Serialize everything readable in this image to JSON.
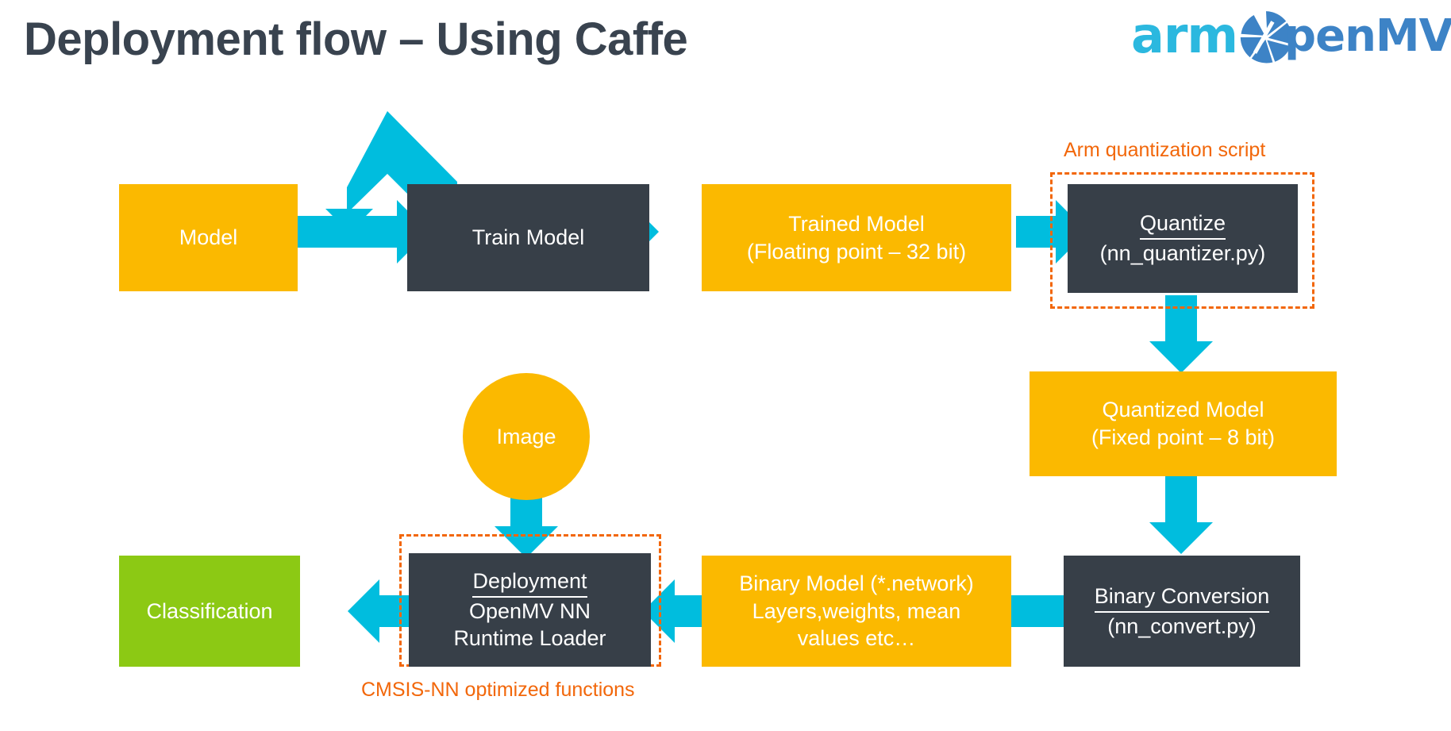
{
  "slide": {
    "title": "Deployment flow – Using Caffe",
    "background": "#ffffff"
  },
  "logos": {
    "arm": "arm",
    "openmv_text": "penMV",
    "openmv_icon": "aperture-icon",
    "arm_color": "#2BB8DF",
    "openmv_color": "#3D83C6"
  },
  "colors": {
    "amber": "#FBB900",
    "dark": "#373F48",
    "green": "#8CC914",
    "cyan": "#00BDDE",
    "orange": "#F2670A",
    "title": "#39434F"
  },
  "nodes": {
    "model": {
      "label": "Model",
      "fill": "amber"
    },
    "train_model": {
      "label": "Train Model",
      "fill": "dark"
    },
    "trained_model": {
      "line1": "Trained Model",
      "line2": "(Floating point – 32 bit)",
      "fill": "amber"
    },
    "quantize": {
      "line1": "Quantize",
      "line2": "(nn_quantizer.py)",
      "fill": "dark",
      "underline_first": true
    },
    "quantized_model": {
      "line1": "Quantized Model",
      "line2": "(Fixed point – 8 bit)",
      "fill": "amber"
    },
    "binary_conversion": {
      "line1": "Binary Conversion",
      "line2": "(nn_convert.py)",
      "fill": "dark",
      "underline_first": true
    },
    "binary_model": {
      "line1": "Binary Model (*.network)",
      "line2": "Layers,weights, mean",
      "line3": "values etc…",
      "fill": "amber"
    },
    "deployment": {
      "line1": "Deployment",
      "line2": "OpenMV NN",
      "line3": "Runtime Loader",
      "fill": "dark",
      "underline_first": true
    },
    "image": {
      "label": "Image",
      "fill": "amber",
      "shape": "circle"
    },
    "classification": {
      "label": "Classification",
      "fill": "green"
    }
  },
  "annotations": {
    "arm_quantization_script": "Arm quantization script",
    "cmsis_nn": "CMSIS-NN optimized functions"
  },
  "flow": {
    "arrows": [
      {
        "name": "model-to-train",
        "from": "model",
        "to": "train_model",
        "direction": "right"
      },
      {
        "name": "train-feedback",
        "from": "train_model",
        "to": "model",
        "direction": "bent-up-left"
      },
      {
        "name": "train-to-trained",
        "from": "train_model",
        "to": "trained_model",
        "direction": "right"
      },
      {
        "name": "trained-to-quantize",
        "from": "trained_model",
        "to": "quantize",
        "direction": "right"
      },
      {
        "name": "quantize-to-quantized",
        "from": "quantize",
        "to": "quantized_model",
        "direction": "down"
      },
      {
        "name": "quantized-to-binaryconv",
        "from": "quantized_model",
        "to": "binary_conversion",
        "direction": "down"
      },
      {
        "name": "binaryconv-to-binarymodel",
        "from": "binary_conversion",
        "to": "binary_model",
        "direction": "left"
      },
      {
        "name": "binarymodel-to-deployment",
        "from": "binary_model",
        "to": "deployment",
        "direction": "left"
      },
      {
        "name": "image-to-deployment",
        "from": "image",
        "to": "deployment",
        "direction": "down"
      },
      {
        "name": "deployment-to-classification",
        "from": "deployment",
        "to": "classification",
        "direction": "left"
      }
    ]
  }
}
